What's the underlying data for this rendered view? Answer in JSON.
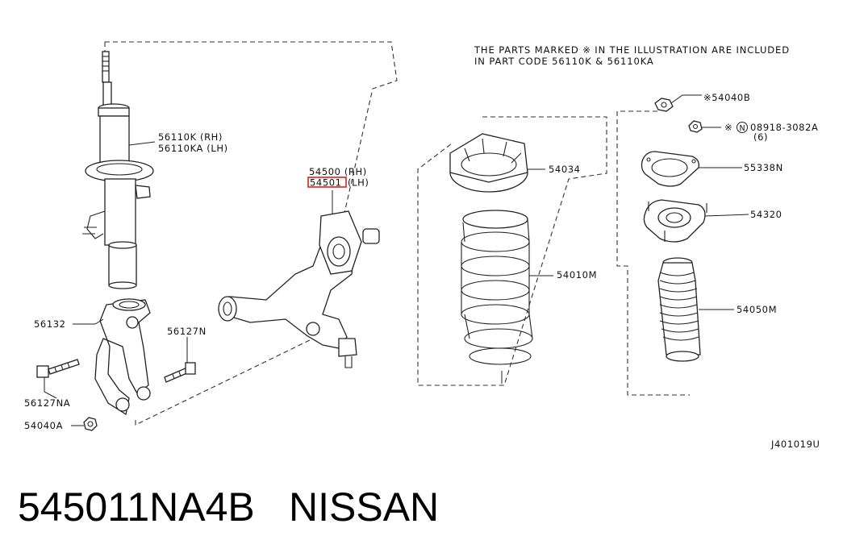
{
  "diagram_id": "J401019U",
  "note_line1": "THE PARTS MARKED  ※  IN THE ILLUSTRATION ARE INCLUDED",
  "note_line2": "IN PART CODE 56110K & 56110KA",
  "labels": {
    "strut_rh": "56110K (RH)",
    "strut_lh": "56110KA (LH)",
    "arm_rh": "54500 (RH)",
    "arm_lh_code": "54501",
    "arm_lh_side": "(LH)",
    "knuckle": "56132",
    "bolt_small": "56127N",
    "bolt_large": "56127NA",
    "nut_bottom": "54040A",
    "seat": "54034",
    "spring": "54010M",
    "nut_top": "※54040B",
    "nut_n_prefix": "※",
    "nut_n_symbol": "N",
    "nut_n_code": "08918-3082A",
    "nut_n_qty": "(6)",
    "plate": "55338N",
    "mount": "54320",
    "bellows": "54050M"
  },
  "footer": {
    "part_number": "545011NA4B",
    "brand": "NISSAN"
  },
  "colors": {
    "highlight": "#e0201b",
    "ink": "#111111"
  }
}
